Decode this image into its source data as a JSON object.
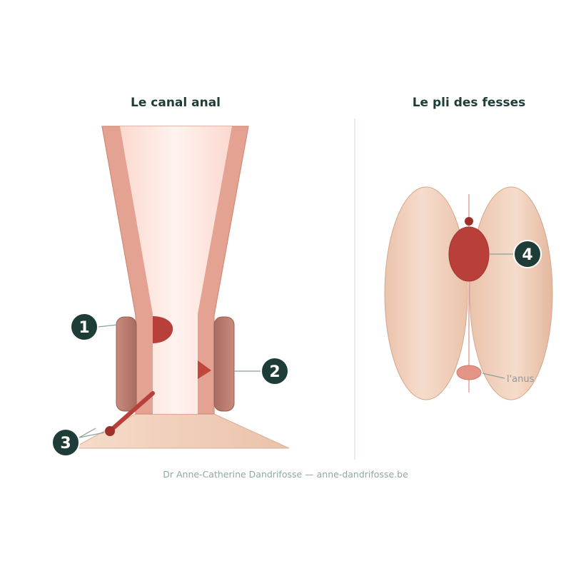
{
  "panels": {
    "left_title": "Le canal anal",
    "right_title": "Le pli des fesses"
  },
  "markers": {
    "m1": "1",
    "m2": "2",
    "m3": "3",
    "m4": "4"
  },
  "labels": {
    "anus": "l'anus"
  },
  "credit": "Dr Anne-Catherine Dandrifosse — anne-dandrifosse.be",
  "colors": {
    "badge": "#1e3d38",
    "lesion": "#b9403a",
    "canal_wall": "#e09a88",
    "skin": "#f0cdb8",
    "sphincter": "#b87a6c"
  }
}
